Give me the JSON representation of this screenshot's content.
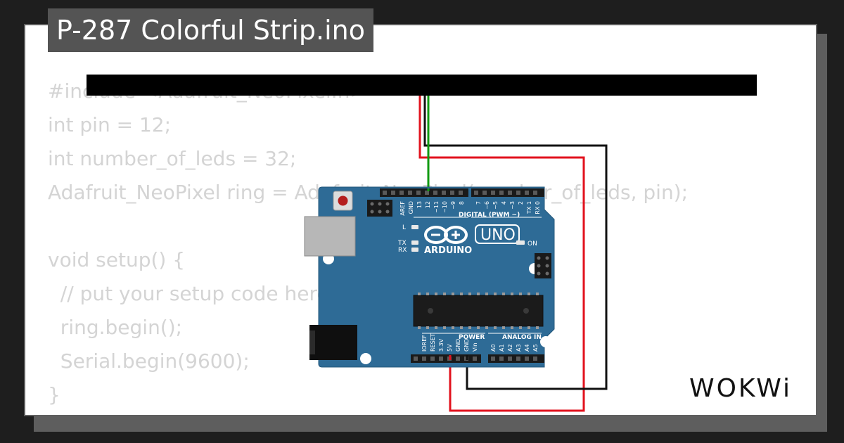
{
  "title": "P-287 Colorful Strip.ino",
  "code_lines": [
    "#include <Adafruit_NeoPixel.h>",
    "int pin = 12;",
    "int number_of_leds = 32;",
    "Adafruit_NeoPixel ring = Adafruit_NeoPixel(number_of_leds, pin);",
    "",
    "void setup() {",
    "  // put your setup code here",
    "  ring.begin();",
    "  Serial.begin(9600);",
    "}"
  ],
  "board": {
    "brand": "ARDUINO",
    "model": "UNO",
    "digital_header": "DIGITAL (PWM ~)",
    "power_header": "POWER",
    "analog_header": "ANALOG IN",
    "on_label": "ON",
    "l_label": "L",
    "tx_label": "TX",
    "rx_label": "RX",
    "digital_pins": [
      "AREF",
      "GND",
      "13",
      "12",
      "~11",
      "~10",
      "~9",
      "8",
      "7",
      "~6",
      "~5",
      "4",
      "~3",
      "2",
      "TX 1",
      "RX 0"
    ],
    "power_pins": [
      "IOREF",
      "RESET",
      "3.3V",
      "5V",
      "GND",
      "GND",
      "Vin"
    ],
    "analog_pins": [
      "A0",
      "A1",
      "A2",
      "A3",
      "A4",
      "A5"
    ]
  },
  "wires": {
    "colors": {
      "red": "#e2121d",
      "green": "#109a10",
      "black": "#111111"
    }
  },
  "logo": "WOKWi",
  "colors": {
    "board_blue": "#2e6b96",
    "background": "#1e1e1e",
    "title_bg": "#545454"
  }
}
